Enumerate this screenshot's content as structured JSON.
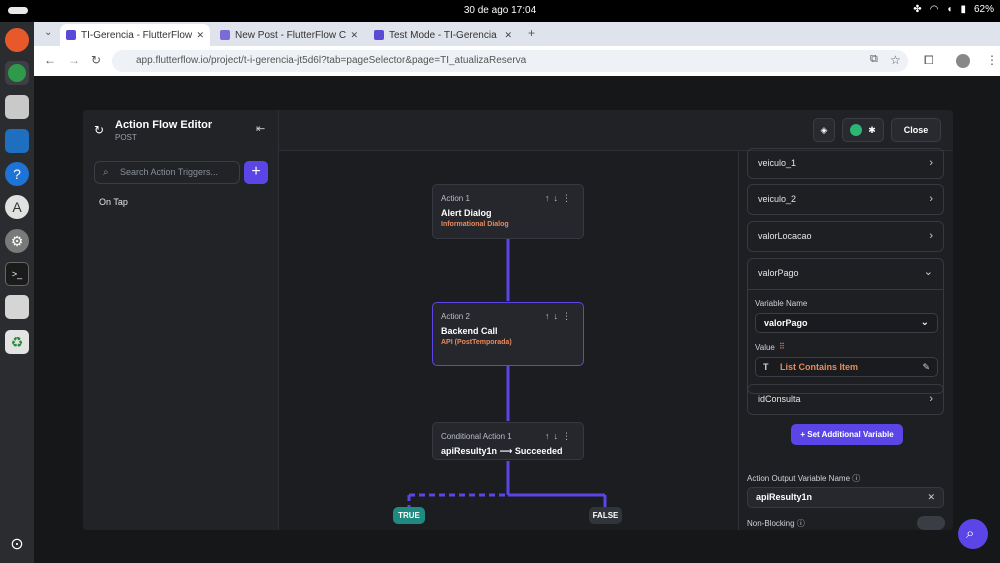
{
  "system": {
    "datetime": "30 de ago  17:04",
    "battery": "62%"
  },
  "browser": {
    "tabs": [
      {
        "label": "TI-Gerencia - FlutterFlow"
      },
      {
        "label": "New Post - FlutterFlow C"
      },
      {
        "label": "Test Mode - TI-Gerencia"
      }
    ],
    "url": "app.flutterflow.io/project/t-i-gerencia-jt5d6l?tab=pageSelector&page=TI_atualizaReserva"
  },
  "editor": {
    "title": "Action Flow Editor",
    "subtitle": "POST",
    "search_placeholder": "Search Action Triggers...",
    "trigger": "On Tap",
    "close_label": "Close"
  },
  "flow": {
    "actions": [
      {
        "label": "Action 1",
        "name": "Alert Dialog",
        "sub": "Informational Dialog"
      },
      {
        "label": "Action 2",
        "name": "Backend Call",
        "sub": "API (PostTemporada)"
      },
      {
        "label": "Conditional Action 1",
        "name": "apiResulty1n ⟶ Succeeded"
      }
    ],
    "true_label": "TRUE",
    "false_label": "FALSE"
  },
  "variables": {
    "rows": [
      "veiculo_1",
      "veiculo_2",
      "valorLocacao"
    ],
    "expanded": "valorPago",
    "variable_name_label": "Variable Name",
    "variable_name_value": "valorPago",
    "value_label": "Value",
    "value_text": "List Contains Item",
    "last_row": "idConsulta",
    "set_button": "Set Additional Variable",
    "output_label": "Action Output Variable Name",
    "output_value": "apiResulty1n",
    "nonblocking_label": "Non-Blocking"
  },
  "colors": {
    "accent": "#5b45e6",
    "true": "#1f8a7f",
    "false": "#30343b",
    "subtext": "#e88b5a"
  }
}
